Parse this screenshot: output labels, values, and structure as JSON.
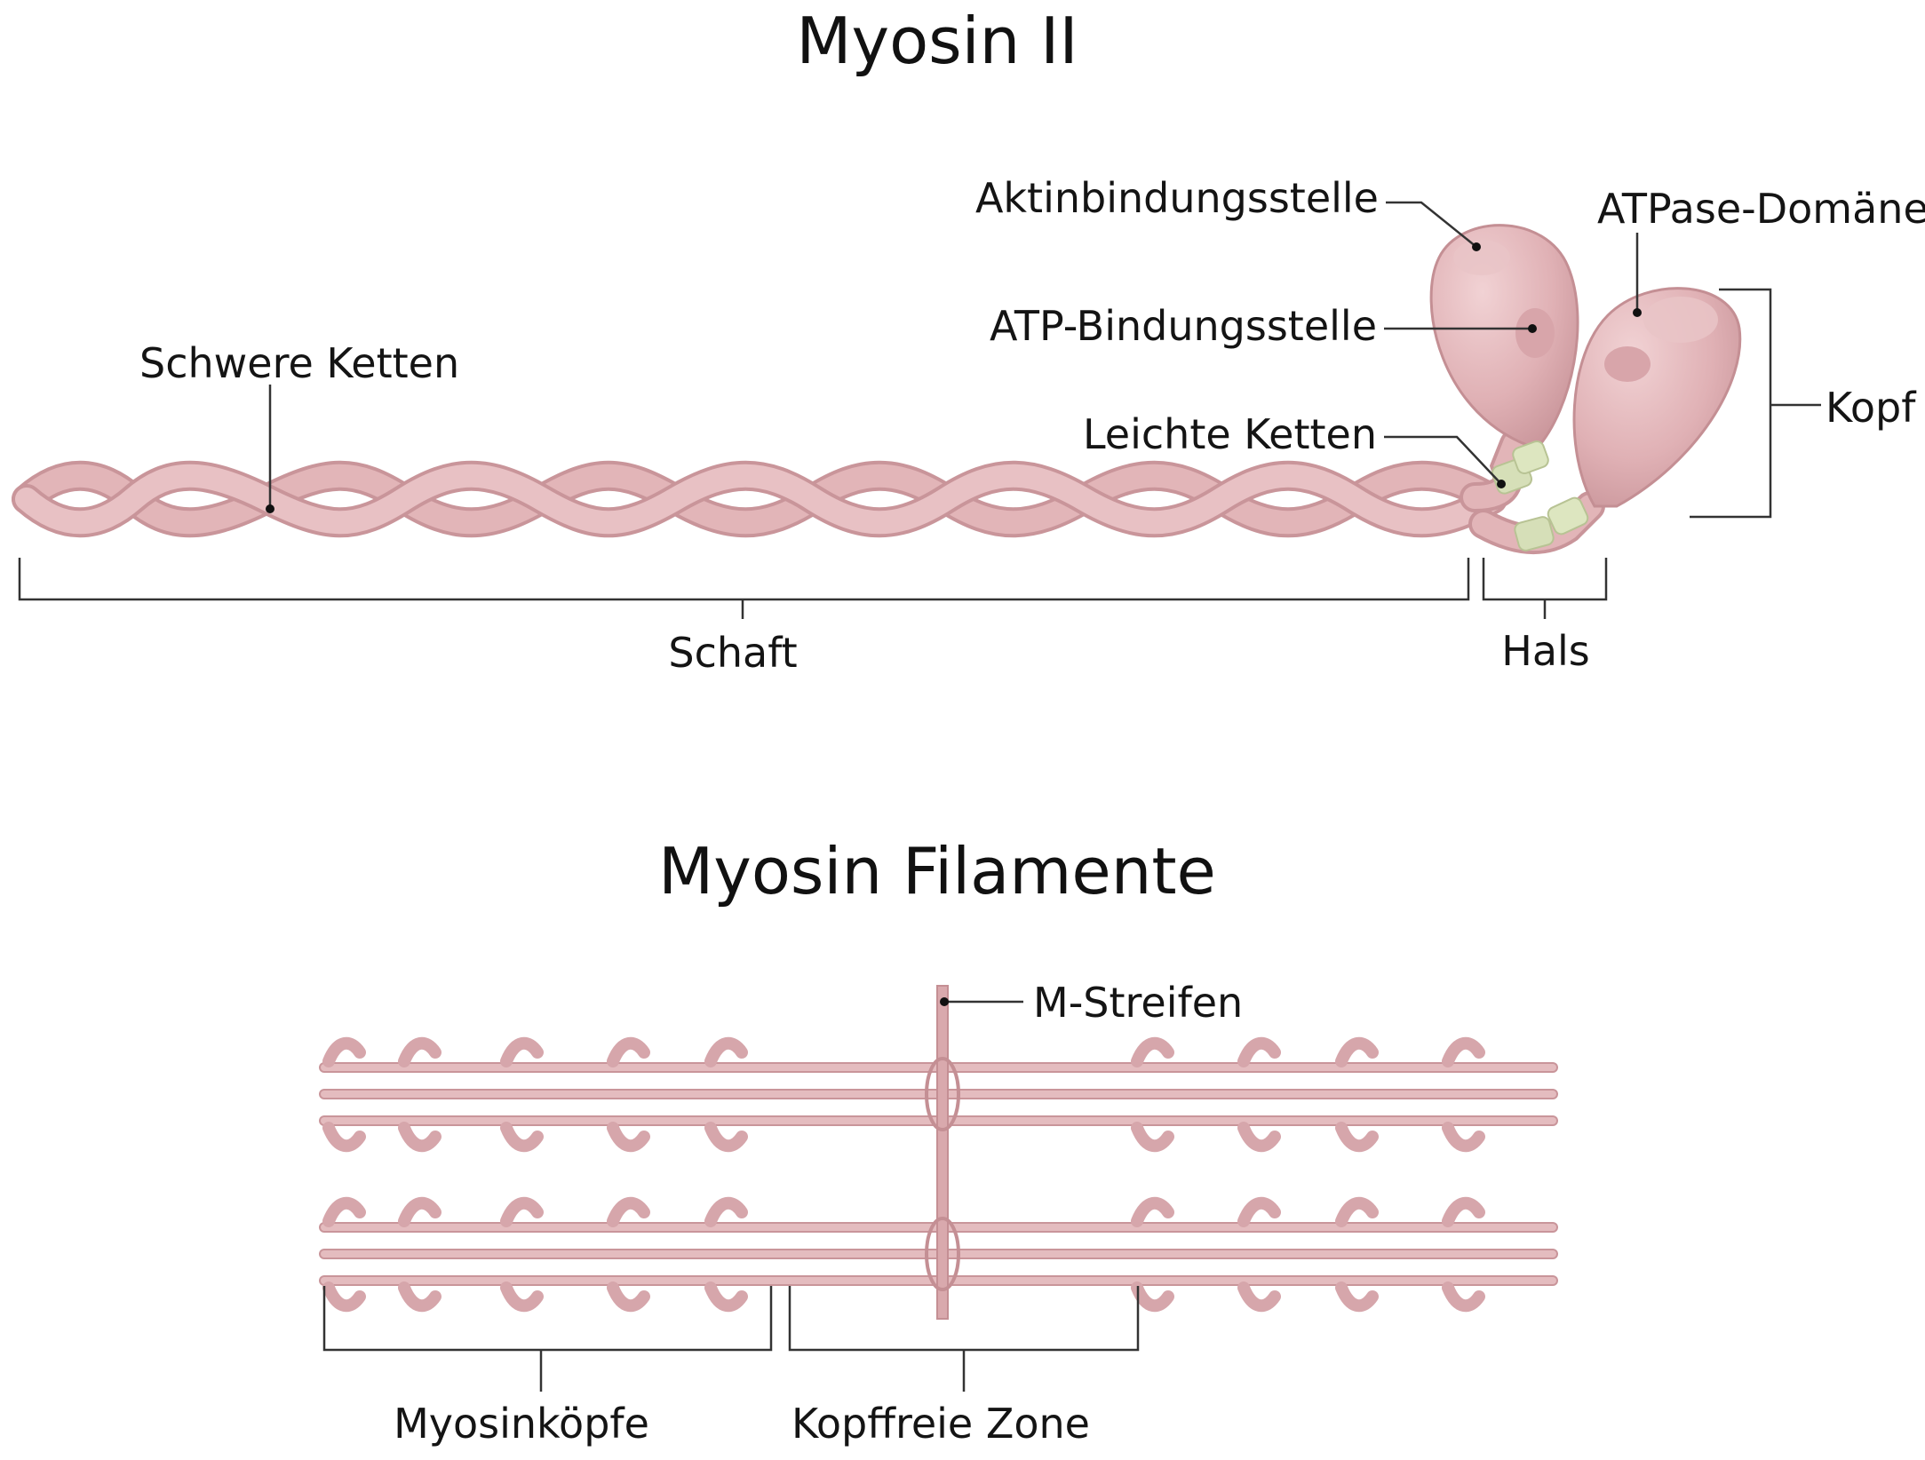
{
  "titles": {
    "myosin_ii": "Myosin II",
    "filaments": "Myosin Filamente"
  },
  "labels": {
    "aktinbindungsstelle": "Aktinbindungsstelle",
    "atpase_domaene": "ATPase-Domäne",
    "atp_bindungsstelle": "ATP-Bindungsstelle",
    "schwere_ketten": "Schwere Ketten",
    "kopf": "Kopf",
    "leichte_ketten": "Leichte Ketten",
    "schaft": "Schaft",
    "hals": "Hals",
    "m_streifen": "M-Streifen",
    "myosinkoepfe": "Myosinköpfe",
    "kopffreie_zone": "Kopffreie Zone"
  },
  "colors": {
    "protein_pink": "#e2b5b8",
    "protein_dark": "#c48f94",
    "light_chain_green": "#d6dfb8",
    "leader_line": "#333333"
  }
}
